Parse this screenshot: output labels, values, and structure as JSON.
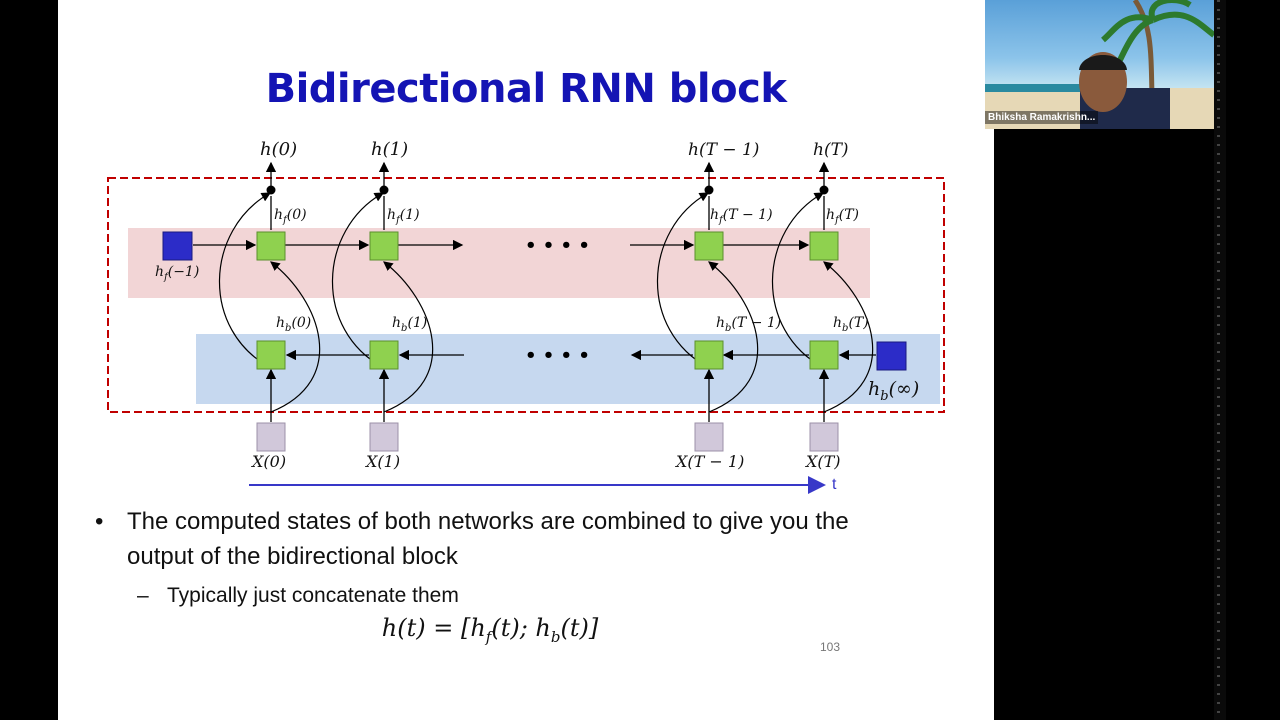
{
  "slide": {
    "title": "Bidirectional RNN block",
    "page_number": "103"
  },
  "diagram": {
    "outputs": [
      "h(0)",
      "h(1)",
      "h(T − 1)",
      "h(T)"
    ],
    "forward_labels": [
      "h",
      "f",
      "(0)",
      "(1)",
      "(T − 1)",
      "(T)",
      "(−1)"
    ],
    "backward_labels": [
      "h",
      "b",
      "(0)",
      "(1)",
      "(T − 1)",
      "(T)",
      "(∞)"
    ],
    "inputs": [
      "X(0)",
      "X(1)",
      "X(T − 1)",
      "X(T)"
    ],
    "ellipsis": "• • • •",
    "time_axis_label": "t",
    "colors": {
      "forward_band": "#f2d5d6",
      "backward_band": "#c6d8ef",
      "state_node": "#8fd14f",
      "init_node": "#2c2cc8",
      "input_node": "#d1c8da",
      "dashed_border": "#c00000",
      "time_axis": "#3838c8"
    }
  },
  "bullets": {
    "main": "The computed states of both networks are combined to give you the output of the bidirectional block",
    "sub": "Typically just concatenate them"
  },
  "formula": {
    "lhs": "h(t) = [h",
    "f": "f",
    "mid": "(t); h",
    "b": "b",
    "rhs": "(t)]"
  },
  "video": {
    "participant_name": "Bhiksha Ramakrishn..."
  }
}
